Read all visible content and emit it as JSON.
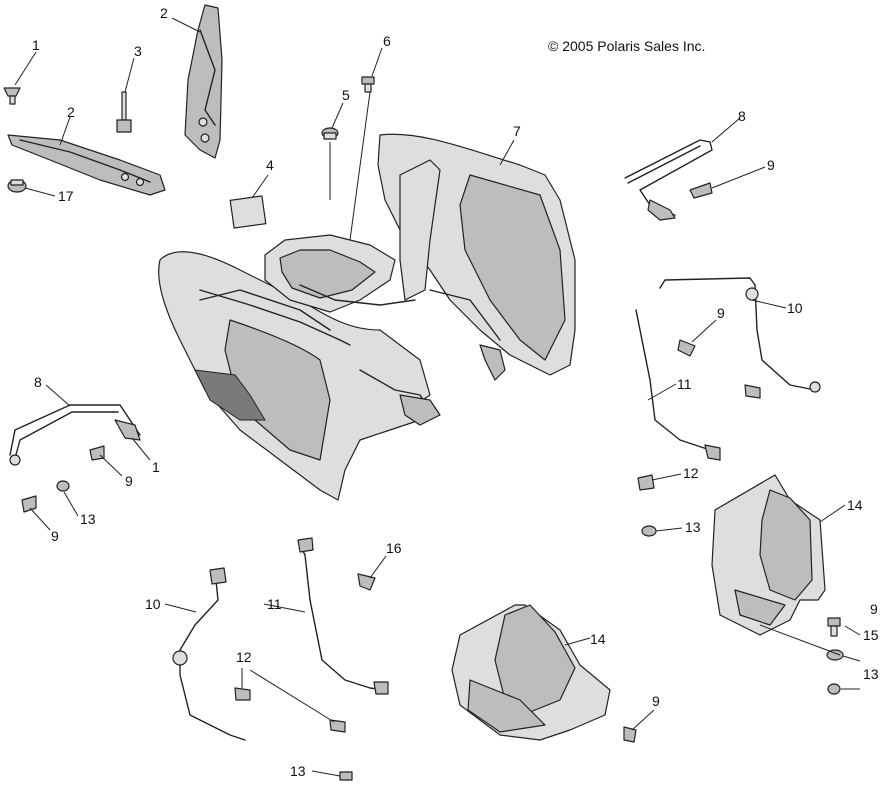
{
  "copyright": "© 2005 Polaris Sales Inc.",
  "callouts": [
    {
      "id": "c1a",
      "label": "1"
    },
    {
      "id": "c1b",
      "label": "1"
    },
    {
      "id": "c2a",
      "label": "2"
    },
    {
      "id": "c2b",
      "label": "2"
    },
    {
      "id": "c3",
      "label": "3"
    },
    {
      "id": "c4",
      "label": "4"
    },
    {
      "id": "c5",
      "label": "5"
    },
    {
      "id": "c6",
      "label": "6"
    },
    {
      "id": "c7",
      "label": "7"
    },
    {
      "id": "c8a",
      "label": "8"
    },
    {
      "id": "c8b",
      "label": "8"
    },
    {
      "id": "c9a",
      "label": "9"
    },
    {
      "id": "c9b",
      "label": "9"
    },
    {
      "id": "c9c",
      "label": "9"
    },
    {
      "id": "c9d",
      "label": "9"
    },
    {
      "id": "c9e",
      "label": "9"
    },
    {
      "id": "c9f",
      "label": "9"
    },
    {
      "id": "c10a",
      "label": "10"
    },
    {
      "id": "c10b",
      "label": "10"
    },
    {
      "id": "c11a",
      "label": "11"
    },
    {
      "id": "c11b",
      "label": "11"
    },
    {
      "id": "c12a",
      "label": "12"
    },
    {
      "id": "c12b",
      "label": "12"
    },
    {
      "id": "c13a",
      "label": "13"
    },
    {
      "id": "c13b",
      "label": "13"
    },
    {
      "id": "c13c",
      "label": "13"
    },
    {
      "id": "c13d",
      "label": "13"
    },
    {
      "id": "c14a",
      "label": "14"
    },
    {
      "id": "c14b",
      "label": "14"
    },
    {
      "id": "c15",
      "label": "15"
    },
    {
      "id": "c16",
      "label": "16"
    },
    {
      "id": "c17",
      "label": "17"
    }
  ]
}
